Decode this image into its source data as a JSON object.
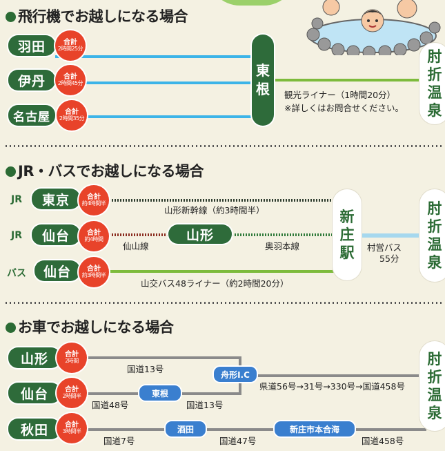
{
  "air": {
    "title": "飛行機でお越しになる場合",
    "origins": [
      {
        "name": "羽田",
        "badge_top": "合計",
        "badge_bottom": "2時間25分"
      },
      {
        "name": "伊丹",
        "badge_top": "合計",
        "badge_bottom": "2時間45分"
      },
      {
        "name": "名古屋",
        "badge_top": "合計",
        "badge_bottom": "2時間35分"
      }
    ],
    "hub": [
      "東",
      "根"
    ],
    "route_text_1": "観光ライナー（1時間20分）",
    "route_text_2": "※詳しくはお問合せください。",
    "destination": [
      "肘",
      "折",
      "温",
      "泉"
    ]
  },
  "rail": {
    "title": "JR・バスでお越しになる場合",
    "rows": [
      {
        "mode": "JR",
        "name": "東京",
        "badge_top": "合計",
        "badge_bottom": "約4時間半"
      },
      {
        "mode": "JR",
        "name": "仙台",
        "badge_top": "合計",
        "badge_bottom": "約4時間"
      },
      {
        "mode": "バス",
        "name": "仙台",
        "badge_top": "合計",
        "badge_bottom": "約3時間半"
      }
    ],
    "line_shinkansen": "山形新幹線（約3時間半）",
    "line_senzan": "仙山線",
    "yamagata": "山形",
    "line_ou": "奥羽本線",
    "line_bus": "山交バス48ライナー（約2時間20分）",
    "hub": [
      "新",
      "庄",
      "駅"
    ],
    "village_bus_1": "村営バス",
    "village_bus_2": "55分",
    "destination": [
      "肘",
      "折",
      "温",
      "泉"
    ]
  },
  "car": {
    "title": "お車でお越しになる場合",
    "rows": [
      {
        "name": "山形",
        "badge_top": "合計",
        "badge_bottom": "2時間"
      },
      {
        "name": "仙台",
        "badge_top": "合計",
        "badge_bottom": "2時間半"
      },
      {
        "name": "秋田",
        "badge_top": "合計",
        "badge_bottom": "3時間半"
      }
    ],
    "road_13a": "国道13号",
    "road_48": "国道48号",
    "higashine": "東根",
    "road_13b": "国道13号",
    "ic": "舟形I.C",
    "prefectural": "県道56号→31号→330号→国道458号",
    "sakata": "酒田",
    "road_7": "国道7号",
    "road_47": "国道47号",
    "motoaikai": "新庄市本合海",
    "road_458": "国道458号",
    "destination": [
      "肘",
      "折",
      "温",
      "泉"
    ]
  },
  "colors": {
    "dark_green": "#2e6b3a",
    "badge_red": "#e8432a",
    "air_line_blue": "#3cb4e8",
    "bus_green": "#7dbb3c",
    "road_gray": "#8a8a8a",
    "road_pill_blue": "#3a7fcf"
  }
}
